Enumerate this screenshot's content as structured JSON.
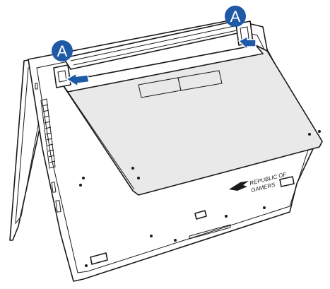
{
  "callouts": [
    {
      "label": "A"
    },
    {
      "label": "A"
    }
  ],
  "logo": {
    "line1": "REPUBLIC OF",
    "line2": "GAMERS"
  },
  "colors": {
    "callout": "#1f5aa6",
    "line": "#1a1a1a",
    "panel": "#e9e9e9"
  }
}
